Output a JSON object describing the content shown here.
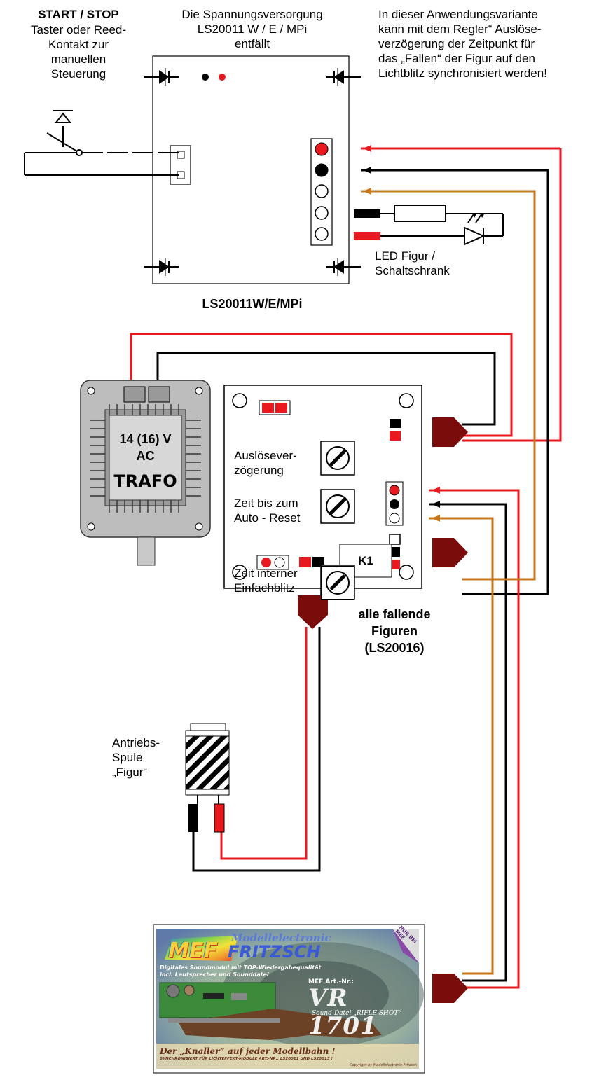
{
  "start_stop": {
    "title": "START / STOP",
    "lines": [
      "Taster oder Reed-",
      "Kontakt zur",
      "manuellen",
      "Steuerung"
    ]
  },
  "power_note": {
    "lines": [
      "Die Spannungsversorgung",
      "LS20011 W / E / MPi",
      "entfällt"
    ]
  },
  "app_note": {
    "lines": [
      "In dieser Anwendungsvariante",
      "kann mit dem Regler“ Auslöse-",
      "verzögerung der Zeitpunkt für",
      "das „Fallen“ der Figur auf den",
      "Lichtblitz synchronisiert werden!"
    ]
  },
  "module_ls": {
    "label": "LS20011W/E/MPi"
  },
  "led": {
    "lines": [
      "LED Figur /",
      "Schaltschrank"
    ]
  },
  "trafo": {
    "voltage": "14 (16) V",
    "ac": "AC",
    "label": "TRAFO"
  },
  "controller": {
    "pot1": [
      "Auslösever-",
      "zögerung"
    ],
    "pot2": [
      "Zeit bis zum",
      "Auto - Reset"
    ],
    "pot3": [
      "Zeit interner",
      "Einfachblitz"
    ],
    "relay": "K1"
  },
  "figures": {
    "lines": [
      "alle fallende",
      "Figuren",
      "(LS20016)"
    ]
  },
  "coil": {
    "lines": [
      "Antriebs-",
      "Spule",
      "„Figur“"
    ]
  },
  "sound_card": {
    "brand_top": "Modellelectronic",
    "brand_mef": "MEF",
    "brand_fritzsch": "FRITZSCH",
    "badge": "NUR BEI MEF",
    "subtitle1": "Digitales Soundmodul mit TOP-Wiedergabequalität",
    "subtitle2": "incl. Lautsprecher und Sounddatei",
    "art_label": "MEF Art.-Nr.:",
    "art_no": "VR 1701",
    "sound_file": "Sound-Datei „RIFLE SHOT“",
    "slogan": "Der „Knaller“ auf jeder Modellbahn !",
    "sync": "SYNCHRONISIERT FÜR LICHTEFFEKT-MODULE ART.-NR.: LS20011 UND LS20013 !",
    "copyright": "Copyright by Modellelectronic Fritzsch"
  },
  "colors": {
    "red": "#e8191f",
    "black": "#000000",
    "orange": "#c8761a",
    "plug": "#7a0c0c",
    "trafo_gray": "#bdbdbd"
  }
}
